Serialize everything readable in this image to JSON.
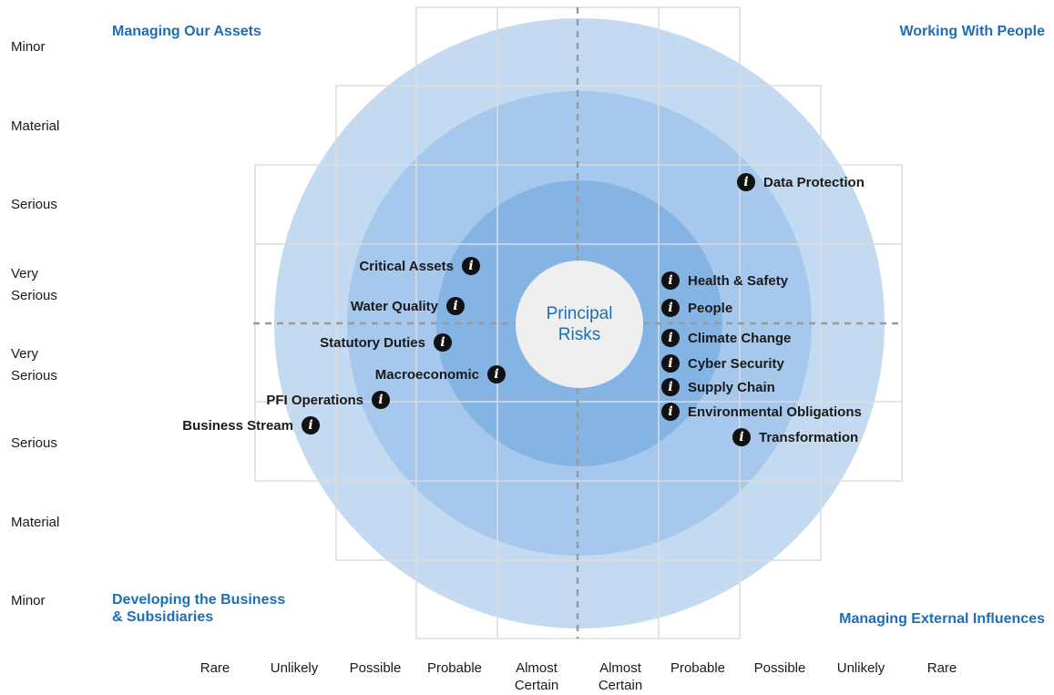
{
  "quadrants": {
    "top_left": "Managing Our Assets",
    "top_right": "Working With People",
    "bottom_left_line1": "Developing the Business",
    "bottom_left_line2": "& Subsidiaries",
    "bottom_right": "Managing External Influences"
  },
  "center": {
    "line1": "Principal",
    "line2": "Risks"
  },
  "impact_labels": {
    "l1": "Minor",
    "l2": "Material",
    "l3": "Serious",
    "l4a": "Very",
    "l4b": "Serious",
    "l5a": "Very",
    "l5b": "Serious",
    "l6": "Serious",
    "l7": "Material",
    "l8": "Minor"
  },
  "likelihood_labels": {
    "x1": "Rare",
    "x2": "Unlikely",
    "x3": "Possible",
    "x4": "Probable",
    "x5a": "Almost",
    "x5b": "Certain",
    "x6a": "Almost",
    "x6b": "Certain",
    "x7": "Probable",
    "x8": "Possible",
    "x9": "Unlikely",
    "x10": "Rare"
  },
  "risks": {
    "critical_assets": "Critical Assets",
    "water_quality": "Water Quality",
    "statutory_duties": "Statutory Duties",
    "macroeconomic": "Macroeconomic",
    "pfi_operations": "PFI Operations",
    "business_stream": "Business Stream",
    "data_protection": "Data Protection",
    "health_safety": "Health & Safety",
    "people": "People",
    "climate_change": "Climate Change",
    "cyber_security": "Cyber Security",
    "supply_chain": "Supply Chain",
    "environmental_obligations": "Environmental Obligations",
    "transformation": "Transformation"
  },
  "icon": {
    "name": "info-icon",
    "glyph": "i"
  },
  "colors": {
    "ring_outer": "#c3daf1",
    "ring_middle": "#a5c8ec",
    "ring_inner": "#84b4e4",
    "center": "#efeff0",
    "title": "#1f6db5",
    "grid": "#dcdcdc",
    "dashed_axis": "#9a9a9a"
  }
}
